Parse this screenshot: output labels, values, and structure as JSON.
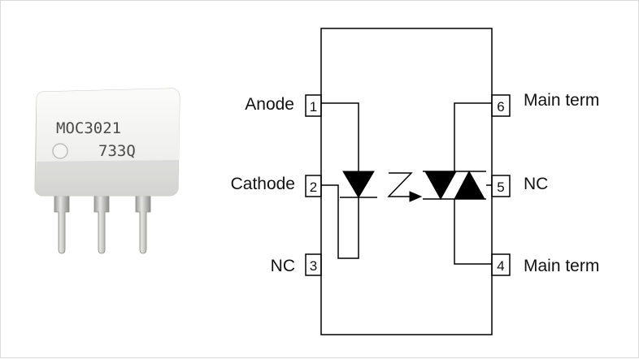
{
  "chip": {
    "marking_line1": "MOC3021",
    "marking_line2": "733Q"
  },
  "pins": [
    {
      "number": "1",
      "label": "Anode"
    },
    {
      "number": "2",
      "label": "Cathode"
    },
    {
      "number": "3",
      "label": "NC"
    },
    {
      "number": "4",
      "label": "Main term"
    },
    {
      "number": "5",
      "label": "NC"
    },
    {
      "number": "6",
      "label": "Main term"
    }
  ],
  "colors": {
    "line": "#000000",
    "chip_body": "#ececec"
  }
}
